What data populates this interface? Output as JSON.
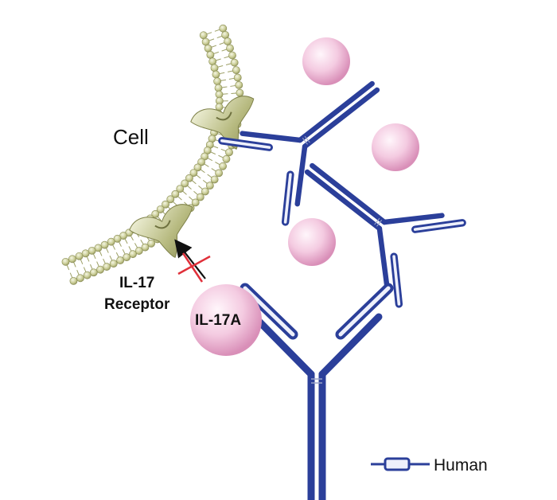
{
  "labels": {
    "cell": "Cell",
    "receptor_line1": "IL-17",
    "receptor_line2": "Receptor",
    "cytokine": "IL-17A",
    "legend": "Human"
  },
  "colors": {
    "antibody": "#2b3f9a",
    "antibody_light": "#eef0fb",
    "cytokine": "#f2c4dc",
    "membrane": "#b9bd86",
    "receptor": "#a9ac72",
    "block_mark": "#e0303a",
    "text": "#111111"
  },
  "icons": {
    "membrane": "lipid-bilayer-icon",
    "receptor": "receptor-icon",
    "antibody": "antibody-icon",
    "cytokine": "cytokine-sphere-icon",
    "block": "cross-mark-icon",
    "binding": "arrow-icon"
  }
}
